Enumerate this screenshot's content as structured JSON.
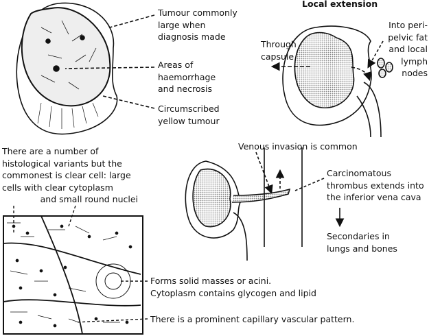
{
  "kidney_tumour": {
    "label_1": "Tumour commonly\nlarge when\ndiagnosis made",
    "label_2": "Areas of\nhaemorrhage\nand necrosis",
    "label_3": "Circumscribed\nyellow tumour"
  },
  "local_extension": {
    "title": "Local extension",
    "capsule": "Through\ncapsule",
    "lymph": "Into peri-\npelvic fat\nand local\nlymph\nnodes"
  },
  "histology": {
    "intro": "There are a number of\nhistological variants but the\ncommonest is clear cell: large\ncells with clear cytoplasm\n              and small round nuclei",
    "acini": "Forms solid masses or acini.\nCytoplasm contains glycogen and lipid",
    "capillary": "There is a prominent capillary vascular pattern."
  },
  "venous": {
    "title": "Venous invasion is common",
    "thrombus": "Carcinomatous\nthrombus extends into\nthe inferior vena cava",
    "secondaries": "Secondaries in\nlungs and bones"
  },
  "colors": {
    "ink": "#111111",
    "stipple": "#bbbbbb"
  }
}
